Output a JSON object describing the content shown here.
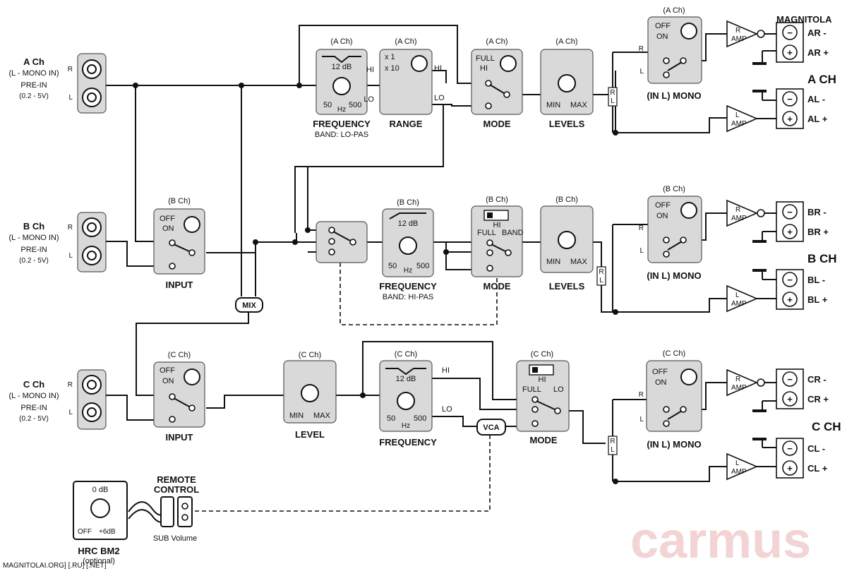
{
  "inputs": [
    {
      "name": "A Ch",
      "sub": "(L - MONO IN)",
      "mode": "PRE-IN",
      "range": "(0.2 - 5V)"
    },
    {
      "name": "B Ch",
      "sub": "(L - MONO IN)",
      "mode": "PRE-IN",
      "range": "(0.2 - 5V)"
    },
    {
      "name": "C Ch",
      "sub": "(L - MONO IN)",
      "mode": "PRE-IN",
      "range": "(0.2 - 5V)"
    }
  ],
  "channel_tags": {
    "a": "(A Ch)",
    "b": "(B Ch)",
    "c": "(C Ch)"
  },
  "labels": {
    "r": "R",
    "l": "L",
    "input": "INPUT",
    "mix": "MIX",
    "vca": "VCA",
    "frequency": "FREQUENCY",
    "band_lopas": "BAND: LO-PAS",
    "band_hipas": "BAND: HI-PAS",
    "range": "RANGE",
    "mode": "MODE",
    "levels": "LEVELS",
    "level": "LEVEL",
    "in_l_mono": "(IN L) MONO",
    "off": "OFF",
    "on": "ON",
    "full": "FULL",
    "hi": "HI",
    "lo": "LO",
    "band": "BAND",
    "x1": "x 1",
    "x10": "x 10",
    "db12": "12 dB",
    "hz50": "50",
    "hz500": "500",
    "hz": "Hz",
    "min": "MIN",
    "max": "MAX",
    "amp": "AMP"
  },
  "outputs": {
    "a": {
      "header": "A CH",
      "terms": [
        "AR -",
        "AR +",
        "AL -",
        "AL +"
      ]
    },
    "b": {
      "header": "B CH",
      "terms": [
        "BR -",
        "BR +",
        "BL -",
        "BL +"
      ]
    },
    "c": {
      "header": "C CH",
      "terms": [
        "CR -",
        "CR +",
        "CL -",
        "CL +"
      ]
    }
  },
  "remote": {
    "title_line1": "REMOTE",
    "title_line2": "CONTROL",
    "sub": "SUB Volume",
    "hrc_db": "0 dB",
    "hrc_off": "OFF",
    "hrc_plus": "+6dB",
    "hrc_name": "HRC BM2",
    "hrc_opt": "(optional)"
  },
  "watermarks": {
    "brand": "carmus",
    "site": "MAGNITOLAI.ORG] [.RU] [.NET]",
    "top": "MAGNITOLA"
  }
}
